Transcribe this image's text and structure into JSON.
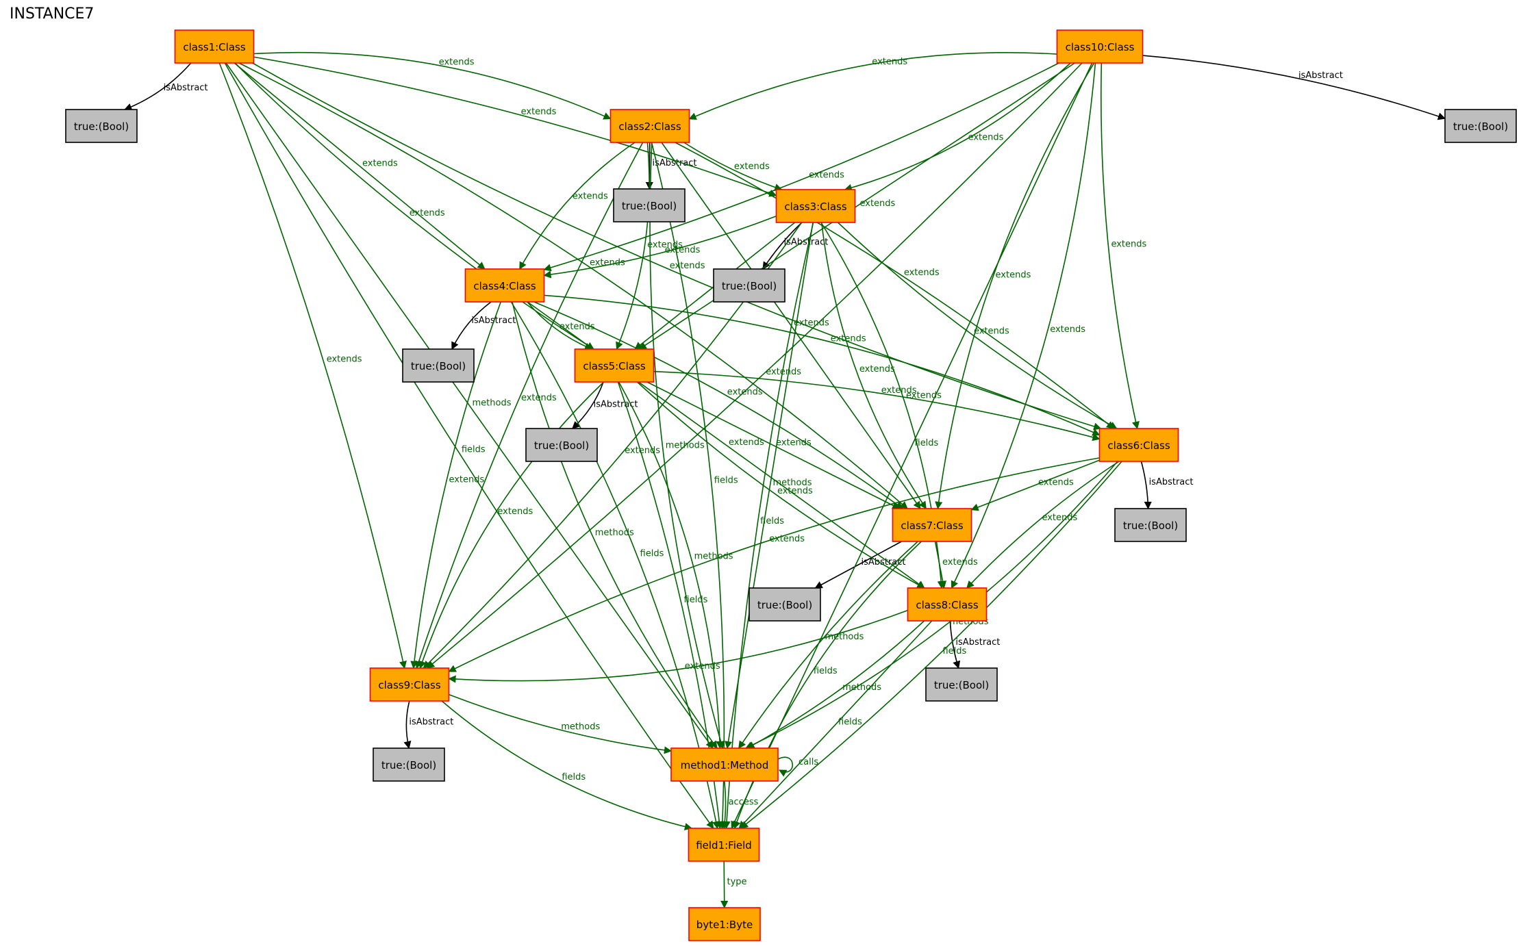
{
  "title": "INSTANCE7",
  "colors": {
    "class_fill": "#ffa500",
    "class_stroke": "#ff0000",
    "bool_fill": "#bebebe",
    "bool_stroke": "#000000",
    "edge_green": "#006400",
    "edge_black": "#000000"
  },
  "nodes": [
    {
      "id": "class1",
      "label": "class1:Class",
      "kind": "class"
    },
    {
      "id": "class10",
      "label": "class10:Class",
      "kind": "class"
    },
    {
      "id": "b1",
      "label": "true:(Bool)",
      "kind": "bool"
    },
    {
      "id": "b10",
      "label": "true:(Bool)",
      "kind": "bool"
    },
    {
      "id": "class2",
      "label": "class2:Class",
      "kind": "class"
    },
    {
      "id": "b2",
      "label": "true:(Bool)",
      "kind": "bool"
    },
    {
      "id": "class3",
      "label": "class3:Class",
      "kind": "class"
    },
    {
      "id": "b3",
      "label": "true:(Bool)",
      "kind": "bool"
    },
    {
      "id": "class4",
      "label": "class4:Class",
      "kind": "class"
    },
    {
      "id": "b4",
      "label": "true:(Bool)",
      "kind": "bool"
    },
    {
      "id": "class5",
      "label": "class5:Class",
      "kind": "class"
    },
    {
      "id": "b5",
      "label": "true:(Bool)",
      "kind": "bool"
    },
    {
      "id": "class6",
      "label": "class6:Class",
      "kind": "class"
    },
    {
      "id": "b6",
      "label": "true:(Bool)",
      "kind": "bool"
    },
    {
      "id": "class7",
      "label": "class7:Class",
      "kind": "class"
    },
    {
      "id": "b7",
      "label": "true:(Bool)",
      "kind": "bool"
    },
    {
      "id": "class8",
      "label": "class8:Class",
      "kind": "class"
    },
    {
      "id": "b8",
      "label": "true:(Bool)",
      "kind": "bool"
    },
    {
      "id": "class9",
      "label": "class9:Class",
      "kind": "class"
    },
    {
      "id": "b9",
      "label": "true:(Bool)",
      "kind": "bool"
    },
    {
      "id": "method1",
      "label": "method1:Method",
      "kind": "class"
    },
    {
      "id": "field1",
      "label": "field1:Field",
      "kind": "class"
    },
    {
      "id": "byte1",
      "label": "byte1:Byte",
      "kind": "class"
    }
  ],
  "edges": [
    {
      "from": "class1",
      "to": "b1",
      "label": "isAbstract",
      "color": "black"
    },
    {
      "from": "class10",
      "to": "b10",
      "label": "isAbstract",
      "color": "black"
    },
    {
      "from": "class2",
      "to": "b2",
      "label": "isAbstract",
      "color": "black"
    },
    {
      "from": "class3",
      "to": "b3",
      "label": "isAbstract",
      "color": "black"
    },
    {
      "from": "class4",
      "to": "b4",
      "label": "isAbstract",
      "color": "black"
    },
    {
      "from": "class5",
      "to": "b5",
      "label": "isAbstract",
      "color": "black"
    },
    {
      "from": "class6",
      "to": "b6",
      "label": "isAbstract",
      "color": "black"
    },
    {
      "from": "class7",
      "to": "b7",
      "label": "isAbstract",
      "color": "black"
    },
    {
      "from": "class8",
      "to": "b8",
      "label": "isAbstract",
      "color": "black"
    },
    {
      "from": "class9",
      "to": "b9",
      "label": "isAbstract",
      "color": "black"
    },
    {
      "from": "class1",
      "to": "class2",
      "label": "extends",
      "color": "green"
    },
    {
      "from": "class1",
      "to": "class3",
      "label": "extends",
      "color": "green"
    },
    {
      "from": "class1",
      "to": "class4",
      "label": "extends",
      "color": "green"
    },
    {
      "from": "class1",
      "to": "class5",
      "label": "extends",
      "color": "green"
    },
    {
      "from": "class1",
      "to": "class6",
      "label": "extends",
      "color": "green"
    },
    {
      "from": "class1",
      "to": "class7",
      "label": "extends",
      "color": "green"
    },
    {
      "from": "class1",
      "to": "class9",
      "label": "extends",
      "color": "green"
    },
    {
      "from": "class1",
      "to": "method1",
      "label": "methods",
      "color": "green"
    },
    {
      "from": "class1",
      "to": "field1",
      "label": "fields",
      "color": "green"
    },
    {
      "from": "class10",
      "to": "class2",
      "label": "extends",
      "color": "green"
    },
    {
      "from": "class10",
      "to": "class3",
      "label": "extends",
      "color": "green"
    },
    {
      "from": "class10",
      "to": "class4",
      "label": "extends",
      "color": "green"
    },
    {
      "from": "class10",
      "to": "class5",
      "label": "extends",
      "color": "green"
    },
    {
      "from": "class10",
      "to": "class6",
      "label": "extends",
      "color": "green"
    },
    {
      "from": "class10",
      "to": "class7",
      "label": "extends",
      "color": "green"
    },
    {
      "from": "class10",
      "to": "class8",
      "label": "extends",
      "color": "green"
    },
    {
      "from": "class10",
      "to": "class9",
      "label": "extends",
      "color": "green"
    },
    {
      "from": "class10",
      "to": "field1",
      "label": "fields",
      "color": "green"
    },
    {
      "from": "class2",
      "to": "class3",
      "label": "extends",
      "color": "green"
    },
    {
      "from": "class2",
      "to": "class4",
      "label": "extends",
      "color": "green"
    },
    {
      "from": "class2",
      "to": "class5",
      "label": "extends",
      "color": "green"
    },
    {
      "from": "class2",
      "to": "class6",
      "label": "extends",
      "color": "green"
    },
    {
      "from": "class2",
      "to": "class7",
      "label": "extends",
      "color": "green"
    },
    {
      "from": "class2",
      "to": "class9",
      "label": "extends",
      "color": "green"
    },
    {
      "from": "class2",
      "to": "method1",
      "label": "methods",
      "color": "green"
    },
    {
      "from": "class2",
      "to": "field1",
      "label": "fields",
      "color": "green"
    },
    {
      "from": "class3",
      "to": "class4",
      "label": "extends",
      "color": "green"
    },
    {
      "from": "class3",
      "to": "class5",
      "label": "extends",
      "color": "green"
    },
    {
      "from": "class3",
      "to": "class6",
      "label": "extends",
      "color": "green"
    },
    {
      "from": "class3",
      "to": "class7",
      "label": "extends",
      "color": "green"
    },
    {
      "from": "class3",
      "to": "class8",
      "label": "extends",
      "color": "green"
    },
    {
      "from": "class3",
      "to": "class9",
      "label": "extends",
      "color": "green"
    },
    {
      "from": "class3",
      "to": "method1",
      "label": "methods",
      "color": "green"
    },
    {
      "from": "class3",
      "to": "field1",
      "label": "fields",
      "color": "green"
    },
    {
      "from": "class4",
      "to": "class5",
      "label": "extends",
      "color": "green"
    },
    {
      "from": "class4",
      "to": "class6",
      "label": "extends",
      "color": "green"
    },
    {
      "from": "class4",
      "to": "class7",
      "label": "extends",
      "color": "green"
    },
    {
      "from": "class4",
      "to": "class8",
      "label": "extends",
      "color": "green"
    },
    {
      "from": "class4",
      "to": "class9",
      "label": "extends",
      "color": "green"
    },
    {
      "from": "class4",
      "to": "method1",
      "label": "methods",
      "color": "green"
    },
    {
      "from": "class4",
      "to": "field1",
      "label": "fields",
      "color": "green"
    },
    {
      "from": "class5",
      "to": "class6",
      "label": "extends",
      "color": "green"
    },
    {
      "from": "class5",
      "to": "class7",
      "label": "extends",
      "color": "green"
    },
    {
      "from": "class5",
      "to": "class8",
      "label": "extends",
      "color": "green"
    },
    {
      "from": "class5",
      "to": "class9",
      "label": "extends",
      "color": "green"
    },
    {
      "from": "class5",
      "to": "method1",
      "label": "methods",
      "color": "green"
    },
    {
      "from": "class5",
      "to": "field1",
      "label": "fields",
      "color": "green"
    },
    {
      "from": "class6",
      "to": "class7",
      "label": "extends",
      "color": "green"
    },
    {
      "from": "class6",
      "to": "class8",
      "label": "extends",
      "color": "green"
    },
    {
      "from": "class6",
      "to": "class9",
      "label": "extends",
      "color": "green"
    },
    {
      "from": "class6",
      "to": "method1",
      "label": "methods",
      "color": "green"
    },
    {
      "from": "class6",
      "to": "field1",
      "label": "fields",
      "color": "green"
    },
    {
      "from": "class7",
      "to": "class8",
      "label": "extends",
      "color": "green"
    },
    {
      "from": "class7",
      "to": "method1",
      "label": "methods",
      "color": "green"
    },
    {
      "from": "class7",
      "to": "field1",
      "label": "fields",
      "color": "green"
    },
    {
      "from": "class8",
      "to": "class9",
      "label": "extends",
      "color": "green"
    },
    {
      "from": "class8",
      "to": "method1",
      "label": "methods",
      "color": "green"
    },
    {
      "from": "class8",
      "to": "field1",
      "label": "fields",
      "color": "green"
    },
    {
      "from": "class9",
      "to": "method1",
      "label": "methods",
      "color": "green"
    },
    {
      "from": "class9",
      "to": "field1",
      "label": "fields",
      "color": "green"
    },
    {
      "from": "method1",
      "to": "method1",
      "label": "calls",
      "color": "green"
    },
    {
      "from": "method1",
      "to": "field1",
      "label": "access",
      "color": "green"
    },
    {
      "from": "field1",
      "to": "byte1",
      "label": "type",
      "color": "green"
    }
  ]
}
